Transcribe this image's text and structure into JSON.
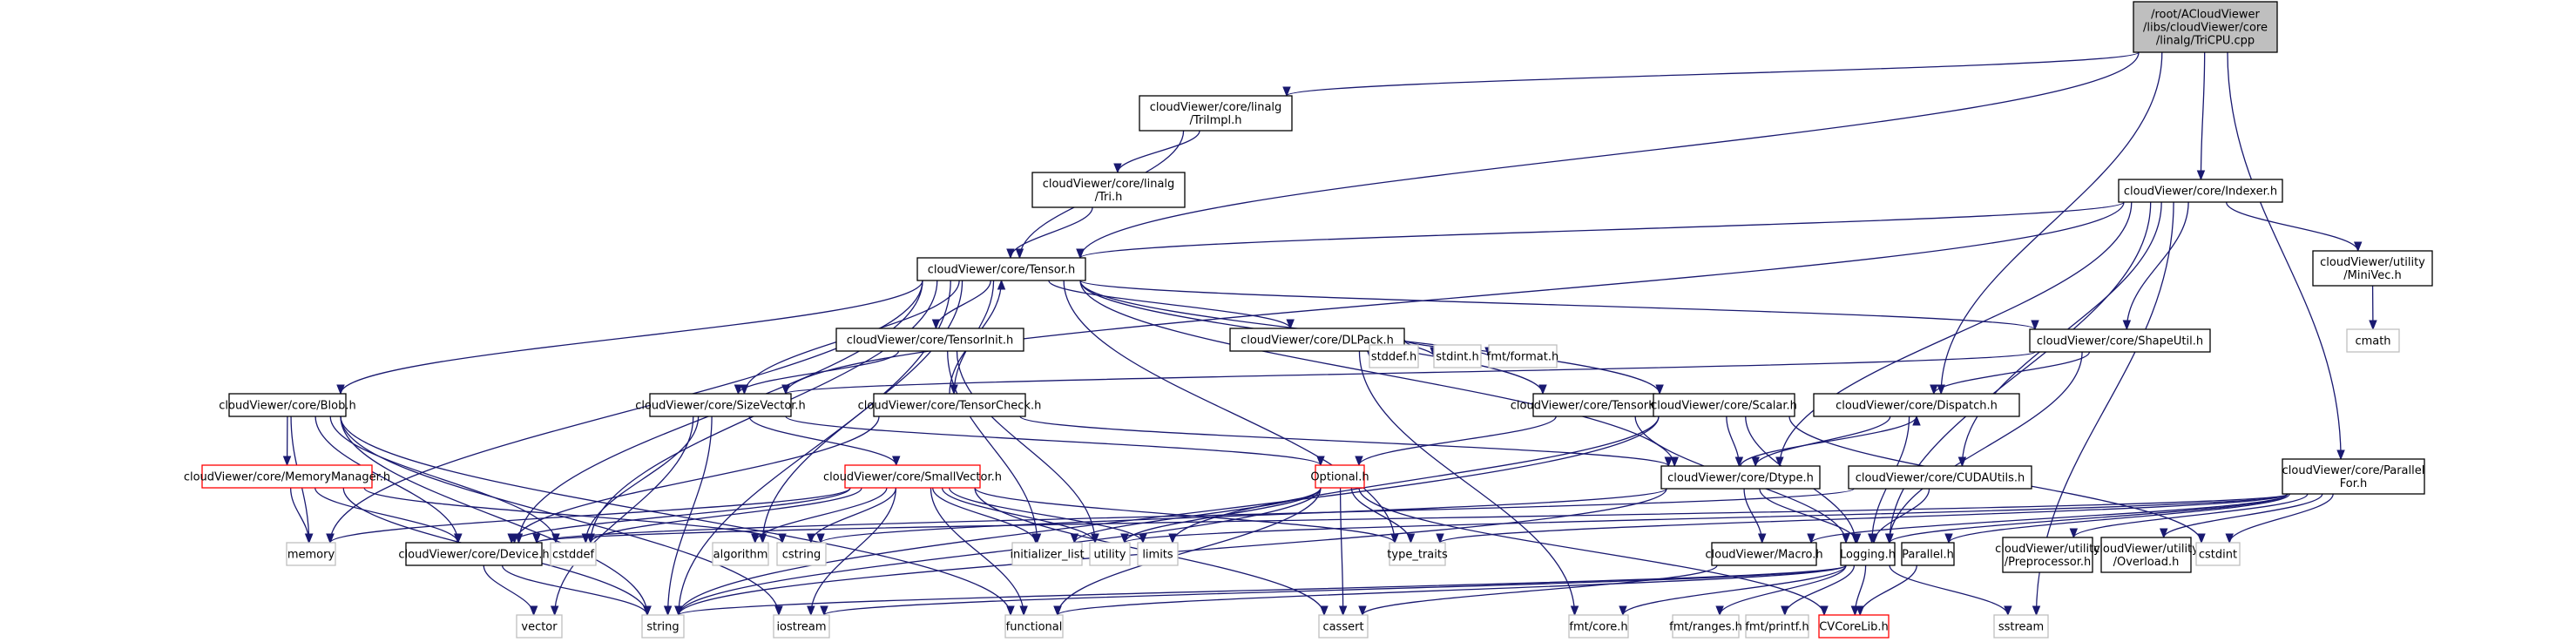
{
  "title": "Include dependency graph for TriCPU.cpp",
  "colors": {
    "edge": "#191970",
    "root_fill": "#bfbfbf",
    "node_border": "#000000",
    "truncated_border": "#ff0000",
    "system_border": "#bfbfbf"
  },
  "nodes": [
    {
      "id": "tricpu",
      "kind": "root",
      "lines": [
        "/root/ACloudViewer",
        "/libs/cloudViewer/core",
        "/linalg/TriCPU.cpp"
      ]
    },
    {
      "id": "triimpl",
      "kind": "normal",
      "lines": [
        "cloudViewer/core/linalg",
        "/TriImpl.h"
      ]
    },
    {
      "id": "tri",
      "kind": "normal",
      "lines": [
        "cloudViewer/core/linalg",
        "/Tri.h"
      ]
    },
    {
      "id": "indexer",
      "kind": "normal",
      "lines": [
        "cloudViewer/core/Indexer.h"
      ]
    },
    {
      "id": "minivec",
      "kind": "normal",
      "lines": [
        "cloudViewer/utility",
        "/MiniVec.h"
      ]
    },
    {
      "id": "cmath",
      "kind": "sys",
      "lines": [
        "cmath"
      ]
    },
    {
      "id": "tensor",
      "kind": "normal",
      "lines": [
        "cloudViewer/core/Tensor.h"
      ]
    },
    {
      "id": "tensorinit",
      "kind": "normal",
      "lines": [
        "cloudViewer/core/TensorInit.h"
      ]
    },
    {
      "id": "dlpack",
      "kind": "normal",
      "lines": [
        "cloudViewer/core/DLPack.h"
      ]
    },
    {
      "id": "shapeutil",
      "kind": "normal",
      "lines": [
        "cloudViewer/core/ShapeUtil.h"
      ]
    },
    {
      "id": "stddef",
      "kind": "sys",
      "lines": [
        "stddef.h"
      ]
    },
    {
      "id": "stdint",
      "kind": "sys",
      "lines": [
        "stdint.h"
      ]
    },
    {
      "id": "fmtformat",
      "kind": "sys",
      "lines": [
        "fmt/format.h"
      ]
    },
    {
      "id": "blob",
      "kind": "normal",
      "lines": [
        "cloudViewer/core/Blob.h"
      ]
    },
    {
      "id": "sizevector",
      "kind": "normal",
      "lines": [
        "cloudViewer/core/SizeVector.h"
      ]
    },
    {
      "id": "tensorcheck",
      "kind": "normal",
      "lines": [
        "cloudViewer/core/TensorCheck.h"
      ]
    },
    {
      "id": "tensorkey",
      "kind": "normal",
      "lines": [
        "cloudViewer/core/TensorKey.h"
      ]
    },
    {
      "id": "scalar",
      "kind": "normal",
      "lines": [
        "cloudViewer/core/Scalar.h"
      ]
    },
    {
      "id": "dispatch",
      "kind": "normal",
      "lines": [
        "cloudViewer/core/Dispatch.h"
      ]
    },
    {
      "id": "memorymanager",
      "kind": "red",
      "lines": [
        "cloudViewer/core/MemoryManager.h"
      ]
    },
    {
      "id": "smallvector",
      "kind": "red",
      "lines": [
        "cloudViewer/core/SmallVector.h"
      ]
    },
    {
      "id": "optional",
      "kind": "red",
      "lines": [
        "Optional.h"
      ]
    },
    {
      "id": "dtype",
      "kind": "normal",
      "lines": [
        "cloudViewer/core/Dtype.h"
      ]
    },
    {
      "id": "cudautils",
      "kind": "normal",
      "lines": [
        "cloudViewer/core/CUDAUtils.h"
      ]
    },
    {
      "id": "parallelfor",
      "kind": "normal",
      "lines": [
        "cloudViewer/core/Parallel",
        "For.h"
      ]
    },
    {
      "id": "memory",
      "kind": "sys",
      "lines": [
        "memory"
      ]
    },
    {
      "id": "device",
      "kind": "normal",
      "lines": [
        "cloudViewer/core/Device.h"
      ]
    },
    {
      "id": "cstddef",
      "kind": "sys",
      "lines": [
        "cstddef"
      ]
    },
    {
      "id": "algorithm",
      "kind": "sys",
      "lines": [
        "algorithm"
      ]
    },
    {
      "id": "cstring",
      "kind": "sys",
      "lines": [
        "cstring"
      ]
    },
    {
      "id": "initializer_list",
      "kind": "sys",
      "lines": [
        "initializer_list"
      ]
    },
    {
      "id": "utility",
      "kind": "sys",
      "lines": [
        "utility"
      ]
    },
    {
      "id": "limits",
      "kind": "sys",
      "lines": [
        "limits"
      ]
    },
    {
      "id": "type_traits",
      "kind": "sys",
      "lines": [
        "type_traits"
      ]
    },
    {
      "id": "macro",
      "kind": "normal",
      "lines": [
        "cloudViewer/Macro.h"
      ]
    },
    {
      "id": "logging",
      "kind": "normal",
      "lines": [
        "Logging.h"
      ]
    },
    {
      "id": "parallel",
      "kind": "normal",
      "lines": [
        "Parallel.h"
      ]
    },
    {
      "id": "preprocessor",
      "kind": "normal",
      "lines": [
        "cloudViewer/utility",
        "/Preprocessor.h"
      ]
    },
    {
      "id": "overload",
      "kind": "normal",
      "lines": [
        "cloudViewer/utility",
        "/Overload.h"
      ]
    },
    {
      "id": "cstdint",
      "kind": "sys",
      "lines": [
        "cstdint"
      ]
    },
    {
      "id": "vector",
      "kind": "sys",
      "lines": [
        "vector"
      ]
    },
    {
      "id": "string",
      "kind": "sys",
      "lines": [
        "string"
      ]
    },
    {
      "id": "iostream",
      "kind": "sys",
      "lines": [
        "iostream"
      ]
    },
    {
      "id": "functional",
      "kind": "sys",
      "lines": [
        "functional"
      ]
    },
    {
      "id": "cassert",
      "kind": "sys",
      "lines": [
        "cassert"
      ]
    },
    {
      "id": "fmtcore",
      "kind": "sys",
      "lines": [
        "fmt/core.h"
      ]
    },
    {
      "id": "fmtranges",
      "kind": "sys",
      "lines": [
        "fmt/ranges.h"
      ]
    },
    {
      "id": "fmtprintf",
      "kind": "sys",
      "lines": [
        "fmt/printf.h"
      ]
    },
    {
      "id": "cvcorelib",
      "kind": "red",
      "lines": [
        "CVCoreLib.h"
      ]
    },
    {
      "id": "sstream",
      "kind": "sys",
      "lines": [
        "sstream"
      ]
    }
  ],
  "edges": [
    [
      "tricpu",
      "triimpl"
    ],
    [
      "tricpu",
      "tensor"
    ],
    [
      "tricpu",
      "indexer"
    ],
    [
      "tricpu",
      "dispatch"
    ],
    [
      "tricpu",
      "parallelfor"
    ],
    [
      "triimpl",
      "tri"
    ],
    [
      "triimpl",
      "tensor"
    ],
    [
      "tri",
      "tensor"
    ],
    [
      "indexer",
      "tensor"
    ],
    [
      "indexer",
      "sizevector"
    ],
    [
      "indexer",
      "shapeutil"
    ],
    [
      "indexer",
      "minivec"
    ],
    [
      "indexer",
      "dtype"
    ],
    [
      "indexer",
      "cudautils"
    ],
    [
      "indexer",
      "logging"
    ],
    [
      "indexer",
      "sstream"
    ],
    [
      "minivec",
      "cmath"
    ],
    [
      "tensor",
      "blob"
    ],
    [
      "tensor",
      "sizevector"
    ],
    [
      "tensor",
      "tensorinit"
    ],
    [
      "tensor",
      "tensorcheck"
    ],
    [
      "tensor",
      "dlpack"
    ],
    [
      "tensor",
      "shapeutil"
    ],
    [
      "tensor",
      "tensorkey"
    ],
    [
      "tensor",
      "scalar"
    ],
    [
      "tensor",
      "dtype"
    ],
    [
      "tensor",
      "device"
    ],
    [
      "tensor",
      "memory"
    ],
    [
      "tensor",
      "cstddef"
    ],
    [
      "tensor",
      "algorithm"
    ],
    [
      "tensor",
      "string"
    ],
    [
      "tensor",
      "type_traits"
    ],
    [
      "tensorinit",
      "sizevector"
    ],
    [
      "tensorinit",
      "initializer_list"
    ],
    [
      "tensorinit",
      "utility"
    ],
    [
      "tensorcheck",
      "tensor"
    ],
    [
      "tensorcheck",
      "device"
    ],
    [
      "tensorcheck",
      "dtype"
    ],
    [
      "dlpack",
      "stddef"
    ],
    [
      "dlpack",
      "stdint"
    ],
    [
      "dlpack",
      "fmtformat"
    ],
    [
      "dlpack",
      "fmtcore"
    ],
    [
      "shapeutil",
      "sizevector"
    ],
    [
      "shapeutil",
      "dispatch"
    ],
    [
      "shapeutil",
      "logging"
    ],
    [
      "blob",
      "memorymanager"
    ],
    [
      "blob",
      "device"
    ],
    [
      "blob",
      "memory"
    ],
    [
      "blob",
      "cstddef"
    ],
    [
      "blob",
      "string"
    ],
    [
      "blob",
      "functional"
    ],
    [
      "blob",
      "iostream"
    ],
    [
      "sizevector",
      "smallvector"
    ],
    [
      "sizevector",
      "optional"
    ],
    [
      "sizevector",
      "cstddef"
    ],
    [
      "sizevector",
      "string"
    ],
    [
      "sizevector",
      "vector"
    ],
    [
      "tensorkey",
      "optional"
    ],
    [
      "tensorkey",
      "logging"
    ],
    [
      "scalar",
      "dtype"
    ],
    [
      "scalar",
      "logging"
    ],
    [
      "scalar",
      "cstdint"
    ],
    [
      "scalar",
      "limits"
    ],
    [
      "scalar",
      "string"
    ],
    [
      "dispatch",
      "dtype"
    ],
    [
      "dispatch",
      "logging"
    ],
    [
      "memorymanager",
      "device"
    ],
    [
      "memorymanager",
      "memory"
    ],
    [
      "memorymanager",
      "cstring"
    ],
    [
      "memorymanager",
      "string"
    ],
    [
      "smallvector",
      "memory"
    ],
    [
      "smallvector",
      "device"
    ],
    [
      "smallvector",
      "cstddef"
    ],
    [
      "smallvector",
      "algorithm"
    ],
    [
      "smallvector",
      "cstring"
    ],
    [
      "smallvector",
      "initializer_list"
    ],
    [
      "smallvector",
      "utility"
    ],
    [
      "smallvector",
      "limits"
    ],
    [
      "smallvector",
      "type_traits"
    ],
    [
      "smallvector",
      "functional"
    ],
    [
      "smallvector",
      "cassert"
    ],
    [
      "smallvector",
      "iostream"
    ],
    [
      "optional",
      "initializer_list"
    ],
    [
      "optional",
      "utility"
    ],
    [
      "optional",
      "type_traits"
    ],
    [
      "optional",
      "functional"
    ],
    [
      "optional",
      "cassert"
    ],
    [
      "optional",
      "string"
    ],
    [
      "optional",
      "cvcorelib"
    ],
    [
      "dtype",
      "dispatch"
    ],
    [
      "dtype",
      "macro"
    ],
    [
      "dtype",
      "logging"
    ],
    [
      "dtype",
      "cstring"
    ],
    [
      "dtype",
      "string"
    ],
    [
      "cudautils",
      "device"
    ],
    [
      "cudautils",
      "logging"
    ],
    [
      "parallelfor",
      "device"
    ],
    [
      "parallelfor",
      "logging"
    ],
    [
      "parallelfor",
      "macro"
    ],
    [
      "parallelfor",
      "parallel"
    ],
    [
      "parallelfor",
      "preprocessor"
    ],
    [
      "parallelfor",
      "overload"
    ],
    [
      "parallelfor",
      "cstdint"
    ],
    [
      "parallelfor",
      "type_traits"
    ],
    [
      "parallelfor",
      "utility"
    ],
    [
      "device",
      "vector"
    ],
    [
      "device",
      "string"
    ],
    [
      "macro",
      "cassert"
    ],
    [
      "logging",
      "string"
    ],
    [
      "logging",
      "functional"
    ],
    [
      "logging",
      "iostream"
    ],
    [
      "logging",
      "fmtcore"
    ],
    [
      "logging",
      "fmtranges"
    ],
    [
      "logging",
      "fmtprintf"
    ],
    [
      "logging",
      "cvcorelib"
    ],
    [
      "logging",
      "sstream"
    ],
    [
      "parallel",
      "cvcorelib"
    ]
  ]
}
